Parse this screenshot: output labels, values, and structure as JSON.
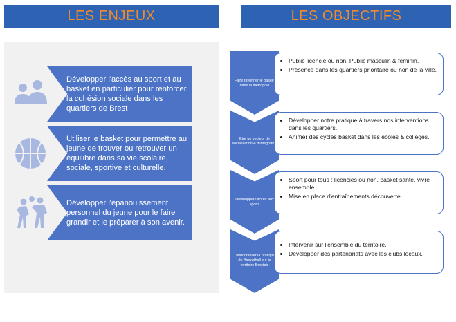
{
  "enjeux": {
    "title": "LES ENJEUX",
    "items": [
      {
        "icon": "people-icon",
        "text": "Développer l'accès au sport et au basket en particulier pour renforcer la cohésion sociale dans les quartiers de Brest"
      },
      {
        "icon": "basketball-icon",
        "text": "Utiliser le basket pour permettre au jeune de trouver ou retrouver un équilibre dans sa vie scolaire, sociale, sportive et culturelle."
      },
      {
        "icon": "players-icon",
        "text": "Développer l'épanouissement personnel du jeune pour le faire grandir et le préparer à son avenir."
      }
    ]
  },
  "objectifs": {
    "title": "LES OBJECTIFS",
    "rows": [
      {
        "label": "Faire rayonner le basket dans la métropole",
        "bullets": [
          "Public licencié ou non. Public masculin & féminin.",
          "Présence dans les quartiers prioritaire ou non de la ville."
        ]
      },
      {
        "label": "Etre un vecteur de socialisation & d'intégration",
        "bullets": [
          "Développer notre pratique à travers nos interventions dans les quartiers.",
          "Animer des cycles basket dans les écoles & collèges."
        ]
      },
      {
        "label": "Développer l'accès aux sports",
        "bullets": [
          "Sport pour tous : licenciés ou non, basket santé, vivre ensemble.",
          "Mise en place d'entraînements découverte"
        ]
      },
      {
        "label": "Démocratiser la pratique du Basketball sur le territoire Brestois",
        "bullets": [
          "Intervenir sur l'ensemble du territoire.",
          "Développer des partenariats avec les clubs locaux."
        ]
      }
    ]
  },
  "colors": {
    "banner": "#2e63b4",
    "banner_text": "#f08a2a",
    "shape": "#4c73c6",
    "panel": "#f1f1f1",
    "icon": "#a9b8e0"
  }
}
